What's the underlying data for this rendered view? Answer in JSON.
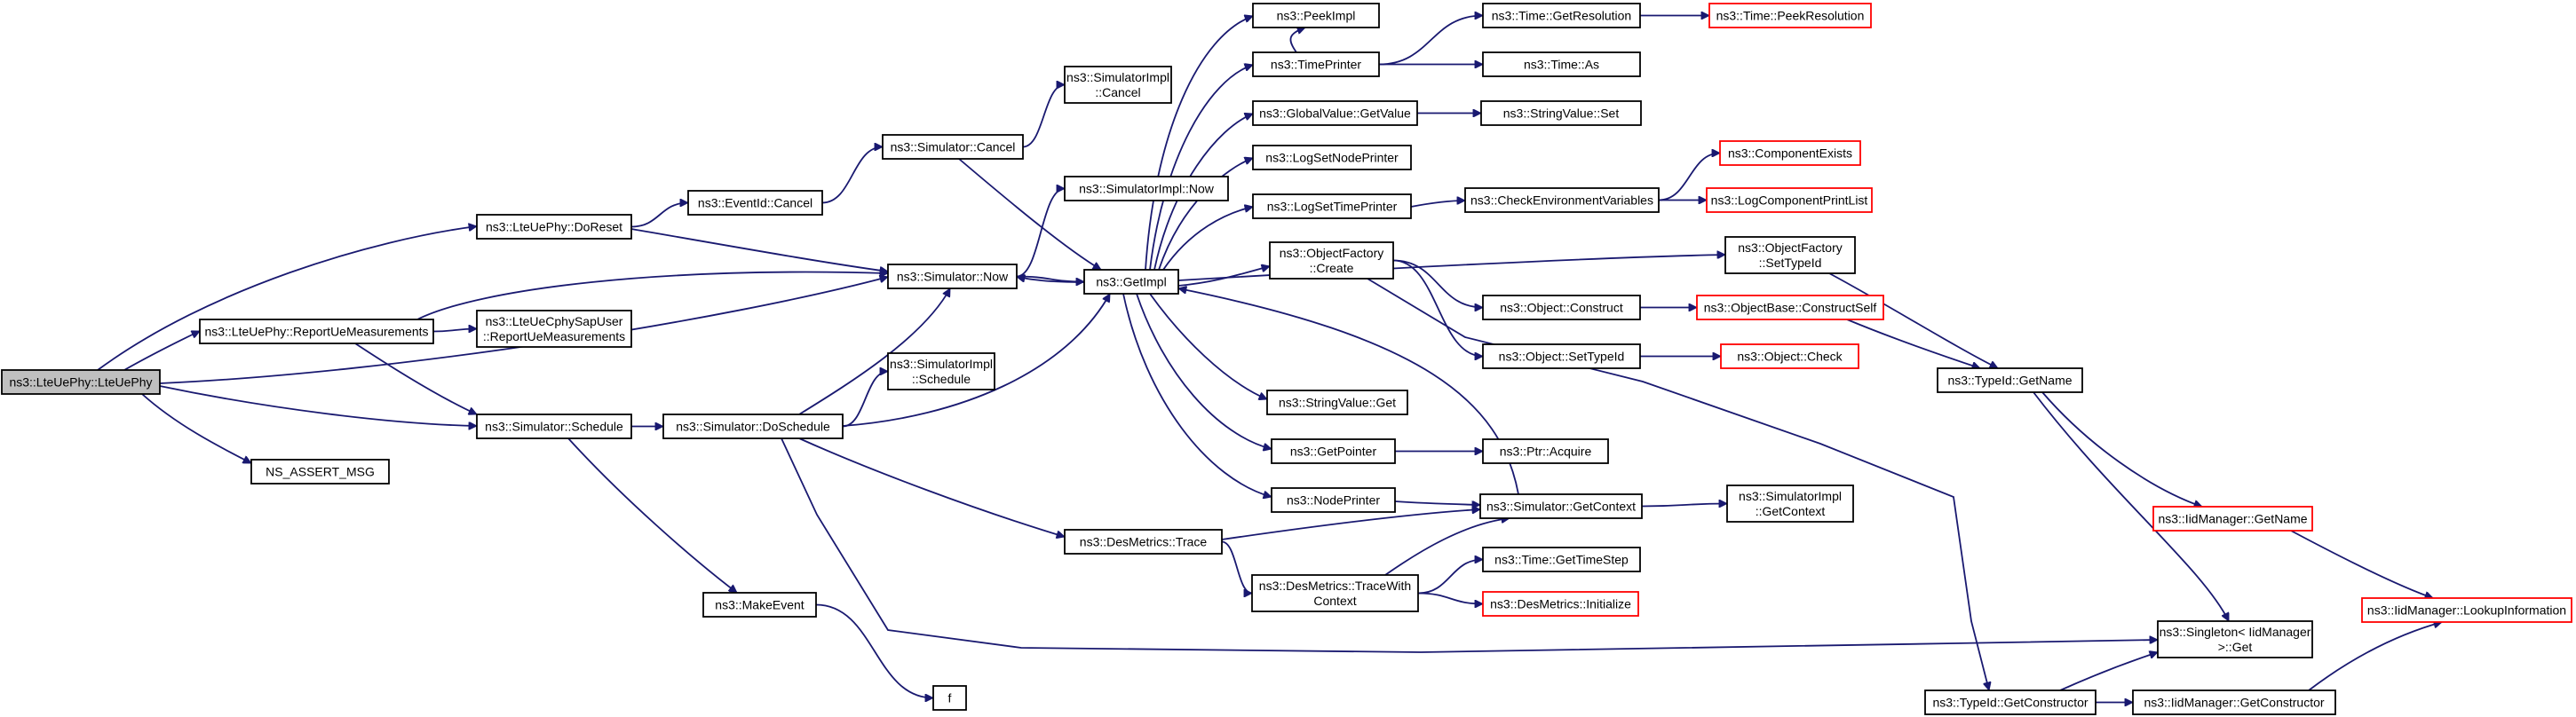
{
  "diagram": {
    "nodes": [
      {
        "id": "n0",
        "lines": [
          "ns3::LteUePhy::LteUePhy"
        ],
        "style": "root"
      },
      {
        "id": "n1",
        "lines": [
          "ns3::LteUePhy::DoReset"
        ],
        "style": "normal"
      },
      {
        "id": "n2",
        "lines": [
          "ns3::LteUePhy::ReportUeMeasurements"
        ],
        "style": "normal"
      },
      {
        "id": "n3",
        "lines": [
          "ns3::Simulator::Schedule"
        ],
        "style": "normal"
      },
      {
        "id": "n4",
        "lines": [
          "NS_ASSERT_MSG"
        ],
        "style": "normal"
      },
      {
        "id": "n5",
        "lines": [
          "ns3::EventId::Cancel"
        ],
        "style": "normal"
      },
      {
        "id": "n6",
        "lines": [
          "ns3::Simulator::Now"
        ],
        "style": "normal"
      },
      {
        "id": "n7",
        "lines": [
          "ns3::LteUeCphySapUser",
          "::ReportUeMeasurements"
        ],
        "style": "normal"
      },
      {
        "id": "n8",
        "lines": [
          "ns3::Simulator::DoSchedule"
        ],
        "style": "normal"
      },
      {
        "id": "n9",
        "lines": [
          "ns3::MakeEvent"
        ],
        "style": "normal"
      },
      {
        "id": "n10",
        "lines": [
          "ns3::SimulatorImpl",
          "::Cancel"
        ],
        "style": "normal"
      },
      {
        "id": "n11",
        "lines": [
          "ns3::Simulator::Cancel"
        ],
        "style": "normal"
      },
      {
        "id": "n12",
        "lines": [
          "ns3::SimulatorImpl::Now"
        ],
        "style": "normal"
      },
      {
        "id": "n13",
        "lines": [
          "ns3::GetImpl"
        ],
        "style": "normal"
      },
      {
        "id": "n14",
        "lines": [
          "ns3::SimulatorImpl",
          "::Schedule"
        ],
        "style": "normal"
      },
      {
        "id": "n15",
        "lines": [
          "ns3::DesMetrics::Trace"
        ],
        "style": "normal"
      },
      {
        "id": "n16",
        "lines": [
          "ns3::DesMetrics::TraceWith",
          "Context"
        ],
        "style": "normal"
      },
      {
        "id": "n17",
        "lines": [
          "f"
        ],
        "style": "normal"
      },
      {
        "id": "n18",
        "lines": [
          "ns3::PeekImpl"
        ],
        "style": "normal"
      },
      {
        "id": "n19",
        "lines": [
          "ns3::TimePrinter"
        ],
        "style": "normal"
      },
      {
        "id": "n20",
        "lines": [
          "ns3::GlobalValue::GetValue"
        ],
        "style": "normal"
      },
      {
        "id": "n21",
        "lines": [
          "ns3::LogSetNodePrinter"
        ],
        "style": "normal"
      },
      {
        "id": "n22",
        "lines": [
          "ns3::LogSetTimePrinter"
        ],
        "style": "normal"
      },
      {
        "id": "n23",
        "lines": [
          "ns3::ObjectFactory",
          "::Create"
        ],
        "style": "normal"
      },
      {
        "id": "n24",
        "lines": [
          "ns3::StringValue::Get"
        ],
        "style": "normal"
      },
      {
        "id": "n25",
        "lines": [
          "ns3::GetPointer"
        ],
        "style": "normal"
      },
      {
        "id": "n26",
        "lines": [
          "ns3::NodePrinter"
        ],
        "style": "normal"
      },
      {
        "id": "n27",
        "lines": [
          "ns3::Simulator::GetContext"
        ],
        "style": "normal"
      },
      {
        "id": "n28",
        "lines": [
          "ns3::Time::GetResolution"
        ],
        "style": "normal"
      },
      {
        "id": "n29",
        "lines": [
          "ns3::Time::As"
        ],
        "style": "normal"
      },
      {
        "id": "n30",
        "lines": [
          "ns3::StringValue::Set"
        ],
        "style": "normal"
      },
      {
        "id": "n31",
        "lines": [
          "ns3::CheckEnvironmentVariables"
        ],
        "style": "normal"
      },
      {
        "id": "n32",
        "lines": [
          "ns3::Object::Construct"
        ],
        "style": "normal"
      },
      {
        "id": "n33",
        "lines": [
          "ns3::Object::SetTypeId"
        ],
        "style": "normal"
      },
      {
        "id": "n34",
        "lines": [
          "ns3::Ptr::Acquire"
        ],
        "style": "normal"
      },
      {
        "id": "n35",
        "lines": [
          "ns3::Time::GetTimeStep"
        ],
        "style": "normal"
      },
      {
        "id": "n36",
        "lines": [
          "ns3::DesMetrics::Initialize"
        ],
        "style": "red"
      },
      {
        "id": "n37",
        "lines": [
          "ns3::TypeId::GetConstructor"
        ],
        "style": "normal"
      },
      {
        "id": "n38",
        "lines": [
          "ns3::Time::PeekResolution"
        ],
        "style": "red"
      },
      {
        "id": "n39",
        "lines": [
          "ns3::ComponentExists"
        ],
        "style": "red"
      },
      {
        "id": "n40",
        "lines": [
          "ns3::LogComponentPrintList"
        ],
        "style": "red"
      },
      {
        "id": "n41",
        "lines": [
          "ns3::ObjectFactory",
          "::SetTypeId"
        ],
        "style": "normal"
      },
      {
        "id": "n42",
        "lines": [
          "ns3::ObjectBase::ConstructSelf"
        ],
        "style": "red"
      },
      {
        "id": "n43",
        "lines": [
          "ns3::Object::Check"
        ],
        "style": "red"
      },
      {
        "id": "n44",
        "lines": [
          "ns3::SimulatorImpl",
          "::GetContext"
        ],
        "style": "normal"
      },
      {
        "id": "n45",
        "lines": [
          "ns3::Singleton< IidManager",
          " >::Get"
        ],
        "style": "normal"
      },
      {
        "id": "n46",
        "lines": [
          "ns3::IidManager::GetConstructor"
        ],
        "style": "normal"
      },
      {
        "id": "n47",
        "lines": [
          "ns3::TypeId::GetName"
        ],
        "style": "normal"
      },
      {
        "id": "n48",
        "lines": [
          "ns3::IidManager::GetName"
        ],
        "style": "red"
      },
      {
        "id": "n49",
        "lines": [
          "ns3::IidManager::LookupInformation"
        ],
        "style": "red"
      }
    ],
    "edges": [
      [
        "n0",
        "n1"
      ],
      [
        "n0",
        "n2"
      ],
      [
        "n0",
        "n6"
      ],
      [
        "n0",
        "n3"
      ],
      [
        "n0",
        "n4"
      ],
      [
        "n1",
        "n5"
      ],
      [
        "n1",
        "n6"
      ],
      [
        "n2",
        "n6"
      ],
      [
        "n2",
        "n7"
      ],
      [
        "n2",
        "n3"
      ],
      [
        "n3",
        "n8"
      ],
      [
        "n3",
        "n9"
      ],
      [
        "n5",
        "n11"
      ],
      [
        "n6",
        "n12"
      ],
      [
        "n6",
        "n13"
      ],
      [
        "n8",
        "n6"
      ],
      [
        "n8",
        "n14"
      ],
      [
        "n8",
        "n13"
      ],
      [
        "n8",
        "n15"
      ],
      [
        "n8",
        "n45"
      ],
      [
        "n9",
        "n17"
      ],
      [
        "n11",
        "n10"
      ],
      [
        "n11",
        "n13"
      ],
      [
        "n13",
        "n18"
      ],
      [
        "n13",
        "n19"
      ],
      [
        "n13",
        "n20"
      ],
      [
        "n13",
        "n21"
      ],
      [
        "n13",
        "n22"
      ],
      [
        "n13",
        "n6"
      ],
      [
        "n13",
        "n41"
      ],
      [
        "n13",
        "n23"
      ],
      [
        "n13",
        "n24"
      ],
      [
        "n13",
        "n25"
      ],
      [
        "n13",
        "n26"
      ],
      [
        "n15",
        "n27"
      ],
      [
        "n15",
        "n16"
      ],
      [
        "n16",
        "n35"
      ],
      [
        "n16",
        "n36"
      ],
      [
        "n16",
        "n27"
      ],
      [
        "n19",
        "n18"
      ],
      [
        "n19",
        "n28"
      ],
      [
        "n19",
        "n29"
      ],
      [
        "n20",
        "n30"
      ],
      [
        "n22",
        "n31"
      ],
      [
        "n23",
        "n32"
      ],
      [
        "n23",
        "n33"
      ],
      [
        "n23",
        "n37"
      ],
      [
        "n25",
        "n34"
      ],
      [
        "n26",
        "n27"
      ],
      [
        "n27",
        "n13"
      ],
      [
        "n27",
        "n44"
      ],
      [
        "n28",
        "n38"
      ],
      [
        "n31",
        "n39"
      ],
      [
        "n31",
        "n40"
      ],
      [
        "n32",
        "n42"
      ],
      [
        "n33",
        "n43"
      ],
      [
        "n37",
        "n45"
      ],
      [
        "n37",
        "n46"
      ],
      [
        "n41",
        "n47"
      ],
      [
        "n42",
        "n47"
      ],
      [
        "n46",
        "n49"
      ],
      [
        "n47",
        "n48"
      ],
      [
        "n47",
        "n45"
      ],
      [
        "n48",
        "n49"
      ]
    ]
  }
}
